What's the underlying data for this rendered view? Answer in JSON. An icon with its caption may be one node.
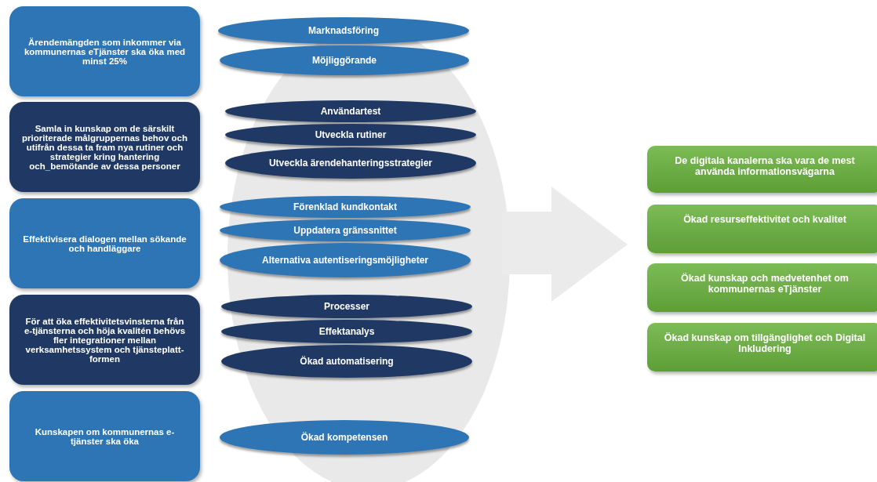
{
  "diagram": {
    "nodes": [
      {
        "text": [
          "Ärendemängden som inkommer via kommunernas eTjänster ska öka med minst 25%"
        ]
      },
      {
        "text": [
          "Marknadsföring"
        ]
      },
      {
        "text": [
          "Möjliggörande"
        ]
      },
      {
        "text": [
          "Samla in kunskap om de särskilt prioriterade målgruppernas behov och utifrån dessa ta fram nya rutiner och strategier kring hantering och_bemötande av dessa personer"
        ]
      },
      {
        "text": [
          "Användartest"
        ]
      },
      {
        "text": [
          "Utveckla rutiner"
        ]
      },
      {
        "text": [
          "Utveckla ärendehanteringsstrategier"
        ]
      },
      {
        "text": [
          "Effektivisera dialogen mellan sökande och handläggare"
        ]
      },
      {
        "text": [
          "Förenklad kundkontakt"
        ]
      },
      {
        "text": [
          "Uppdatera gränssnittet"
        ]
      },
      {
        "text": [
          "Alternativa autentiseringsmöjligheter"
        ]
      },
      {
        "text": [
          "För att öka effektivitetsvinsterna från e-tjänsterna och höja kvalitén behövs fler integrationer mellan verksamhetssystem och tjänsteplatt-formen"
        ]
      },
      {
        "text": [
          "Processer"
        ]
      },
      {
        "text": [
          "Effektanalys"
        ]
      },
      {
        "text": [
          "Ökad automatisering"
        ]
      },
      {
        "text": [
          "Kunskapen om kommunernas e-tjänster ska öka"
        ]
      },
      {
        "text": [
          "Ökad kompetensen"
        ]
      },
      {
        "text": [
          "De digitala kanalerna ska vara de mest använda informationsvägarna"
        ]
      },
      {
        "text": [
          "Ökad resurseffektivitet och kvalitet"
        ]
      },
      {
        "text": [
          "Ökad kunskap och medvetenhet om kommunernas eTjänster"
        ]
      },
      {
        "text": [
          "Ökad kunskap om tillgänglighet och Digital Inkludering"
        ]
      }
    ]
  }
}
